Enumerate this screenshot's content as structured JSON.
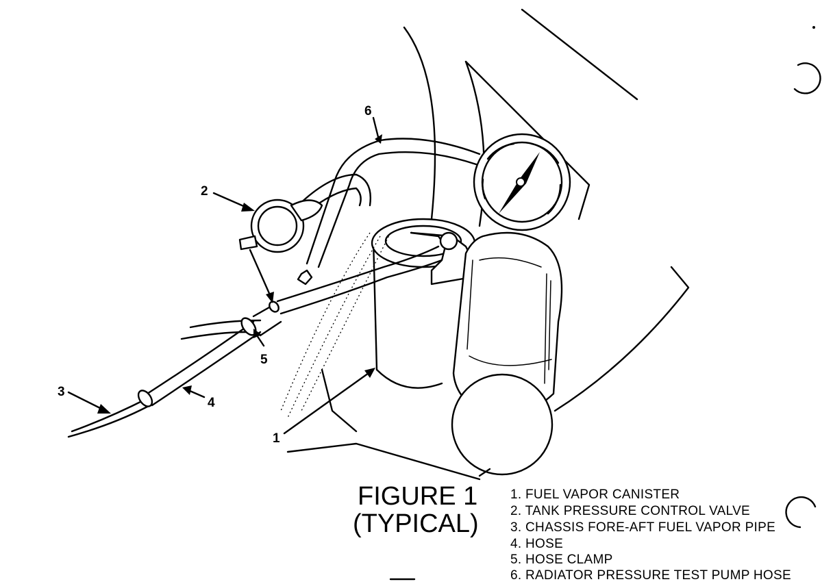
{
  "figure": {
    "title_line1": "FIGURE 1",
    "title_line2": "(TYPICAL)"
  },
  "callouts": [
    {
      "id": "1",
      "label": "1"
    },
    {
      "id": "2",
      "label": "2"
    },
    {
      "id": "3",
      "label": "3"
    },
    {
      "id": "4",
      "label": "4"
    },
    {
      "id": "5",
      "label": "5"
    },
    {
      "id": "6",
      "label": "6"
    }
  ],
  "legend": [
    "1. FUEL VAPOR CANISTER",
    "2. TANK PRESSURE CONTROL VALVE",
    "3. CHASSIS FORE-AFT FUEL VAPOR PIPE",
    "4. HOSE",
    "5. HOSE CLAMP",
    "6. RADIATOR PRESSURE TEST PUMP HOSE"
  ]
}
